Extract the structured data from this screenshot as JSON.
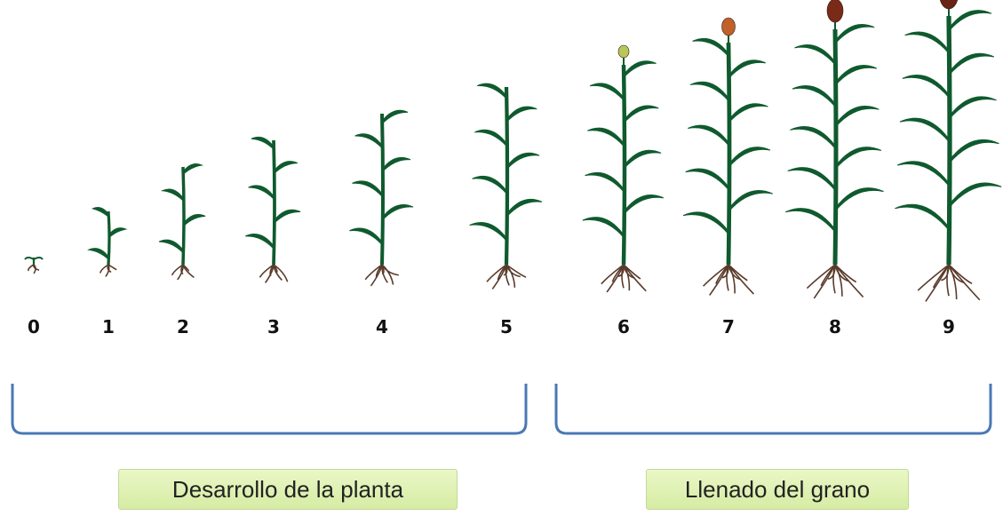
{
  "stages": [
    "0",
    "1",
    "2",
    "3",
    "4",
    "5",
    "6",
    "7",
    "8",
    "9"
  ],
  "phases": [
    {
      "label": "Desarrollo de la planta",
      "from_stage": 0,
      "to_stage": 5
    },
    {
      "label": "Llenado del grano",
      "from_stage": 6,
      "to_stage": 9
    }
  ],
  "colors": {
    "leaf": "#0f5a2e",
    "root": "#5a3a2a",
    "bracket": "#4a78b4",
    "panicle_stage6": "#b8c65a",
    "panicle_stage7": "#c0612a",
    "panicle_stage8": "#7a2a18",
    "panicle_stage9": "#6a2416",
    "label_box": "#dff0b4"
  }
}
